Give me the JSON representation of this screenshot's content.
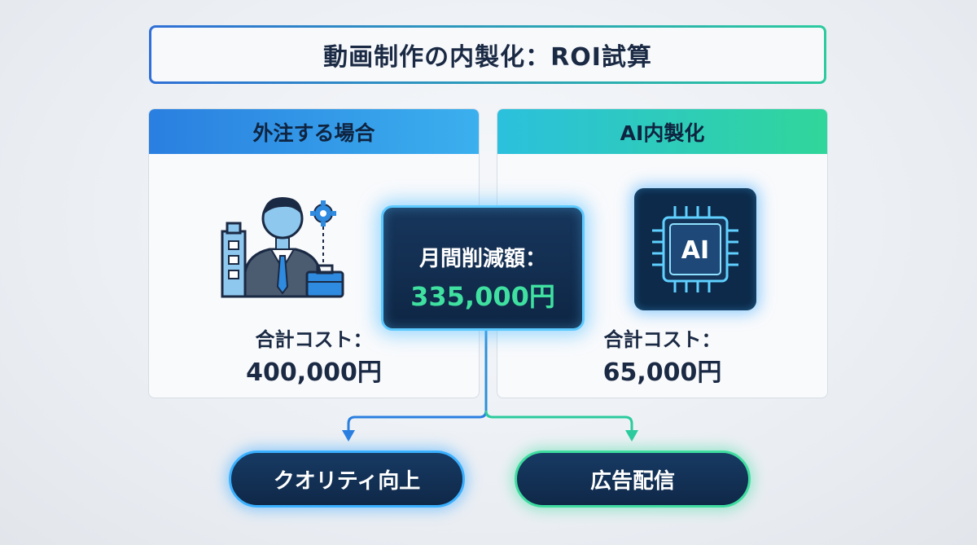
{
  "title": "動画制作の内製化：ROI試算",
  "outsource": {
    "header": "外注する場合",
    "cost_label": "合計コスト：",
    "cost_value": "400,000円"
  },
  "inhouse": {
    "header": "AI内製化",
    "cost_label": "合計コスト：",
    "cost_value": "65,000円",
    "chip_text": "AI"
  },
  "savings": {
    "label": "月間削減額：",
    "value": "335,000円"
  },
  "outcomes": {
    "left": "クオリティ向上",
    "right": "広告配信"
  },
  "colors": {
    "left_accent": "#2a7fe0",
    "right_accent": "#30d69a",
    "savings_value": "#3fe0a0",
    "dark_navy": "#0f2848"
  },
  "icons": [
    "businessperson-icon",
    "building-icon",
    "gear-icon",
    "briefcase-icon",
    "ai-chip-icon"
  ]
}
